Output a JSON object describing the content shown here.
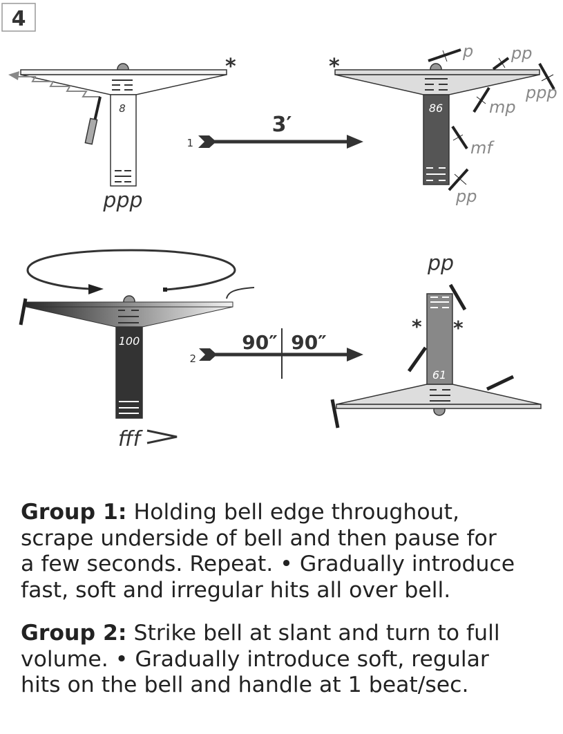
{
  "page_number": "4",
  "group1": {
    "arrow_number": "1",
    "duration": "3′",
    "bell_before": {
      "volume": "8",
      "dynamic": "ppp"
    },
    "bell_after": {
      "volume": "86",
      "dynamics": [
        "p",
        "pp",
        "ppp",
        "mp",
        "mf",
        "pp"
      ]
    }
  },
  "group2": {
    "arrow_number": "2",
    "duration_a": "90″",
    "duration_b": "90″",
    "bell_before": {
      "volume": "100",
      "dynamic": "fff",
      "accent": ">"
    },
    "bell_after": {
      "volume": "61",
      "dynamic": "pp"
    }
  },
  "instructions": {
    "group1_label": "Group 1:",
    "group1_lines": [
      " Holding bell edge throughout,",
      "scrape underside of bell and then pause for",
      "a few seconds. Repeat. • Gradually introduce",
      "fast, soft and irregular hits all over bell."
    ],
    "group2_label": "Group 2:",
    "group2_lines": [
      " Strike bell at slant and turn to full",
      "volume. • Gradually introduce soft, regular",
      "hits on the bell and handle at 1 beat/sec."
    ]
  }
}
